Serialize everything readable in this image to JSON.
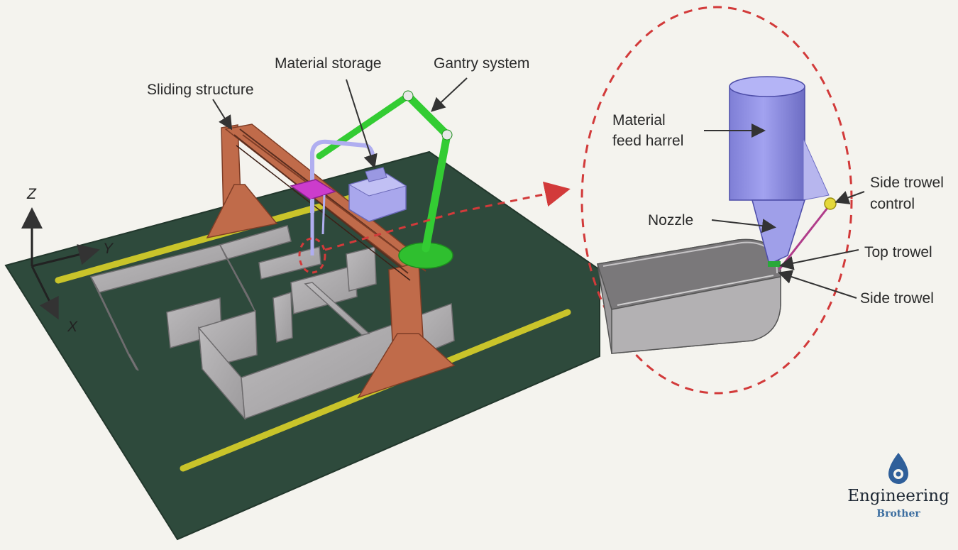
{
  "labels": {
    "sliding_structure": "Sliding structure",
    "material_storage": "Material storage",
    "gantry_system": "Gantry system",
    "material_feed_line1": "Material",
    "material_feed_line2": "feed harrel",
    "nozzle": "Nozzle",
    "side_trowel_control_line1": "Side trowel",
    "side_trowel_control_line2": "control",
    "top_trowel": "Top trowel",
    "side_trowel": "Side trowel"
  },
  "axes": {
    "z": "Z",
    "y": "Y",
    "x": "X"
  },
  "logo": {
    "main": "Engineering",
    "sub": "Brother"
  },
  "colors": {
    "ground": "#2e4a3c",
    "rail": "#c9c42a",
    "frame": "#c06b4a",
    "wall": "#b2b0b2",
    "arm": "#33cc33",
    "storage": "#a9a7ec",
    "carriage": "#cc3ccc",
    "barrel": "#8f8fe4",
    "zoom_circle": "#d23a3a"
  }
}
